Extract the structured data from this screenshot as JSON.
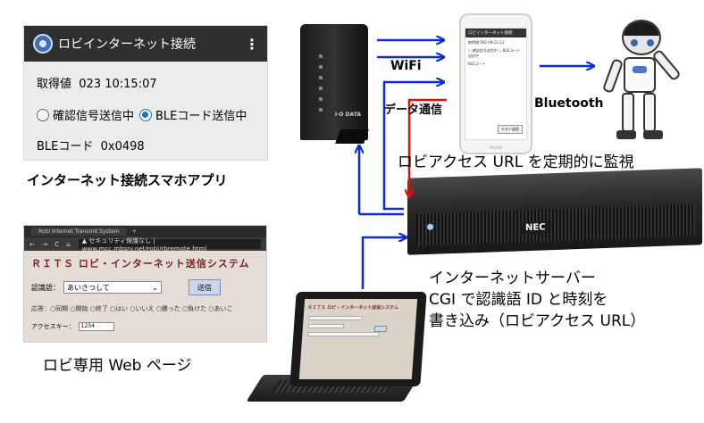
{
  "app": {
    "title": "ロビインターネット接続",
    "menu_icon": "⋮",
    "acquired_label": "取得値",
    "acquired_value": "023 10:15:07",
    "radio_confirm": "確認信号送信中",
    "radio_ble": "BLEコード送信中",
    "ble_label": "BLEコード",
    "ble_value": "0x0498",
    "caption": "インターネット接続スマホアプリ"
  },
  "browser": {
    "tab_title": "Robi Internet Transmit System",
    "tab_add": "+",
    "nav": "← → C ⌂",
    "url": "▲ セキュリティ保護なし | www.mcc.mbsrv.net/robi/rbremote.html",
    "heading": "ＲＩＴＳ ロビ・インターネット送信システム",
    "word_label": "認識語：",
    "word_value": "あいさつして",
    "send_label": "送信",
    "response": "応答：○同期 ○開始 ○終了 ○はい ○いいえ ○勝った ○負けた ○あいこ",
    "key_label": "アクセスキー：",
    "key_value": "1234",
    "caption": "ロビ専用 Web ページ"
  },
  "router": {
    "brand": "I·O DATA"
  },
  "phone": {
    "screen_title": "ロビインターネット接続",
    "line1": "取得値 082 09:15:23",
    "line2": "○ 確認信号送信中 ○ BLEコード送信中",
    "line3": "BLEコード",
    "button": "テスト送信",
    "brand": "AQUOS"
  },
  "laptop": {
    "screen_title": "ＲＩＴＳ ロビ・インターネット送信システム"
  },
  "server": {
    "brand": "NEC"
  },
  "labels": {
    "wifi": "WiFi",
    "data": "データ通信",
    "bluetooth": "Bluetooth",
    "monitor": "ロビアクセス URL を定期的に監視",
    "server_line1": "インターネットサーバー",
    "server_line2": "CGI で認識語 ID と時刻を",
    "server_line3": "書き込み（ロビアクセス URL）"
  },
  "colors": {
    "arrow_blue": "#0a2be0",
    "arrow_red": "#e01010"
  }
}
